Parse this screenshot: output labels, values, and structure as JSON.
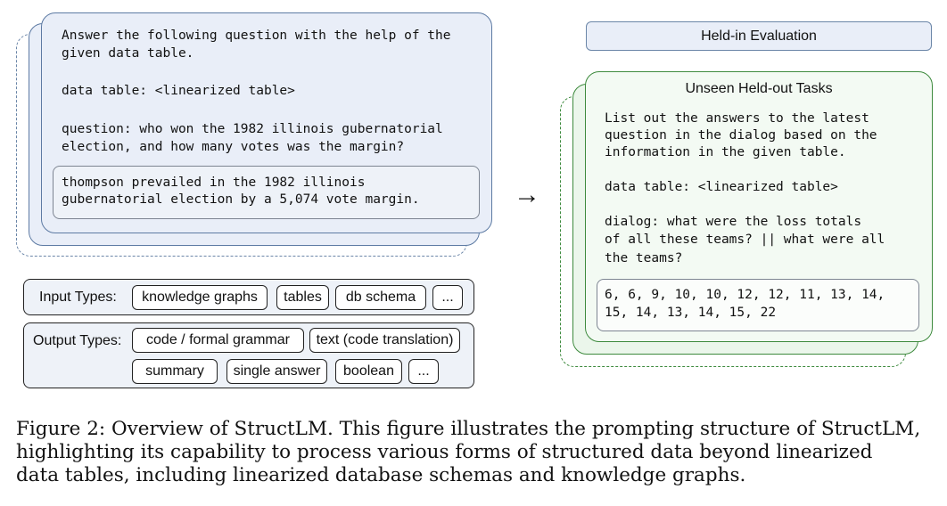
{
  "left_prompt": {
    "instruction_line1": "Answer the following question with the help of the",
    "instruction_line2": "given data table.",
    "data_table": "data table: <linearized table>",
    "question_line1": "question: who won the 1982 illinois gubernatorial",
    "question_line2": "election, and how many votes was the margin?",
    "answer_line1": "thompson prevailed in the 1982 illinois",
    "answer_line2": "gubernatorial election by a 5,074 vote margin."
  },
  "arrow": "→",
  "input_types": {
    "label": "Input Types:",
    "chips": [
      "knowledge graphs",
      "tables",
      "db schema",
      "..."
    ]
  },
  "output_types": {
    "label": "Output Types:",
    "chips_row1": [
      "code / formal grammar",
      "text (code translation)"
    ],
    "chips_row2": [
      "summary",
      "single answer",
      "boolean",
      "..."
    ]
  },
  "held_in": {
    "label": "Held-in Evaluation"
  },
  "held_out": {
    "title": "Unseen Held-out Tasks",
    "instruction_line1": "List out the answers to the latest",
    "instruction_line2": "question in the dialog based on the",
    "instruction_line3": "information in the given table.",
    "data_table": "data table: <linearized table>",
    "dialog_line1": "dialog: what were the loss totals",
    "dialog_line2": "of all these teams? || what were all",
    "dialog_line3": "the teams?",
    "answer_line1": "6, 6, 9, 10, 10, 12, 12, 11, 13, 14,",
    "answer_line2": "15, 14, 13, 14, 15, 22"
  },
  "caption": {
    "line1": "Figure 2: Overview of StructLM. This figure illustrates the prompting structure of StructLM,",
    "line2": "highlighting its capability to process various forms of structured data beyond linearized",
    "line3": "data tables, including linearized database schemas and knowledge graphs."
  }
}
